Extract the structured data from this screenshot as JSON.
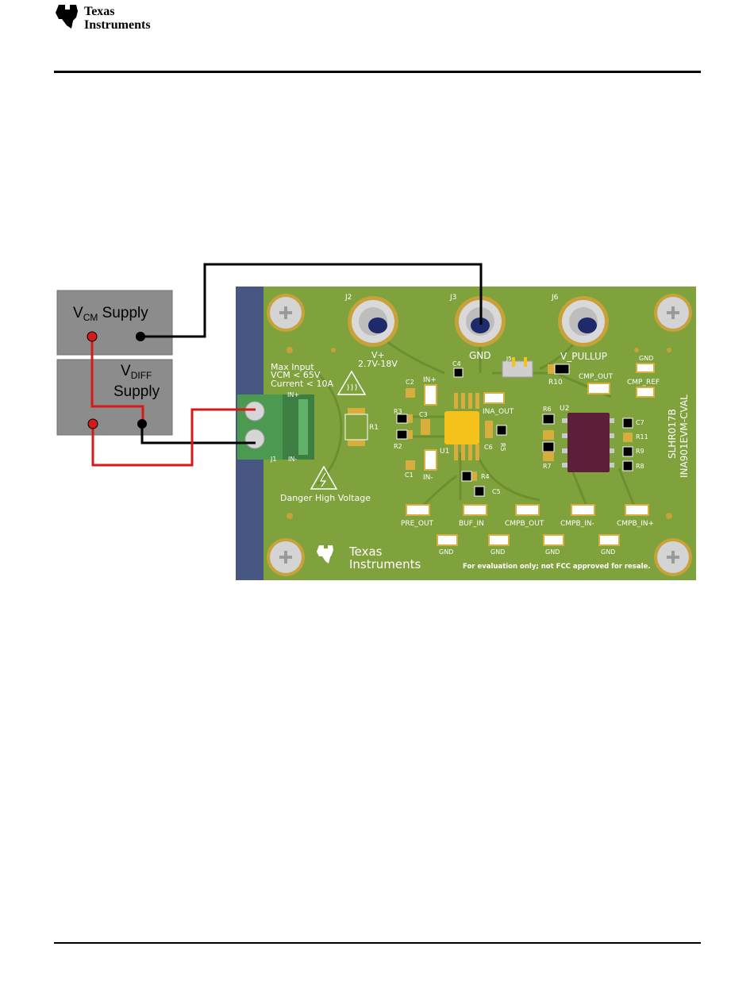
{
  "header": {
    "logo_line1": "Texas",
    "logo_line2": "Instruments"
  },
  "supplies": {
    "vcm": {
      "v": "V",
      "sub": "CM",
      "rest": " Supply"
    },
    "vdiff": {
      "v": "V",
      "sub": "DIFF",
      "rest": "Supply"
    }
  },
  "board": {
    "connectors": {
      "j2": "J2",
      "j3": "J3",
      "j6": "J6",
      "j5": "J5",
      "j1": "J1"
    },
    "power": {
      "vplus": "V+",
      "vrange": "2.7V-18V",
      "gnd": "GND",
      "vpullup": "V_PULLUP"
    },
    "warning": {
      "max_input": "Max Input",
      "vcm": "VCM < 65V",
      "current": "Current < 10A",
      "danger": "Danger High Voltage"
    },
    "terminal": {
      "in_plus": "IN+",
      "in_minus": "IN-"
    },
    "components": {
      "r1": "R1",
      "r2": "R2",
      "r3": "R3",
      "r4": "R4",
      "r5": "R5",
      "r6": "R6",
      "r7": "R7",
      "r8": "R8",
      "r9": "R9",
      "r10": "R10",
      "r11": "R11",
      "c1": "C1",
      "c2": "C2",
      "c3": "C3",
      "c4": "C4",
      "c5": "C5",
      "c6": "C6",
      "c7": "C7",
      "u1": "U1",
      "u2": "U2"
    },
    "test_points": {
      "in_plus": "IN+",
      "in_minus": "IN-",
      "ina_out": "INA_OUT",
      "cmp_out": "CMP_OUT",
      "cmp_ref": "CMP_REF",
      "gnd_top": "GND",
      "pre_out": "PRE_OUT",
      "buf_in": "BUF_IN",
      "cmpb_out": "CMPB_OUT",
      "cmpb_in_minus": "CMPB_IN-",
      "cmpb_in_plus": "CMPB_IN+",
      "gnd": "GND"
    },
    "side_text": {
      "line1": "SLHR017B",
      "line2": "INA901EVM-CVAL"
    },
    "logo_line1": "Texas",
    "logo_line2": "Instruments",
    "fcc_note": "For evaluation only; not FCC approved for resale."
  },
  "colors": {
    "pcb_green": "#7fa23c",
    "pcb_trace": "#6c8f2f",
    "blue_edge": "#2d3e6f",
    "supply_gray": "#8c8c8c",
    "wire_red": "#d41a1a",
    "wire_black": "#000000",
    "ic_yellow": "#f4c21a",
    "ic_purple": "#5e1f3b",
    "pad_gold": "#d7ad3e"
  }
}
